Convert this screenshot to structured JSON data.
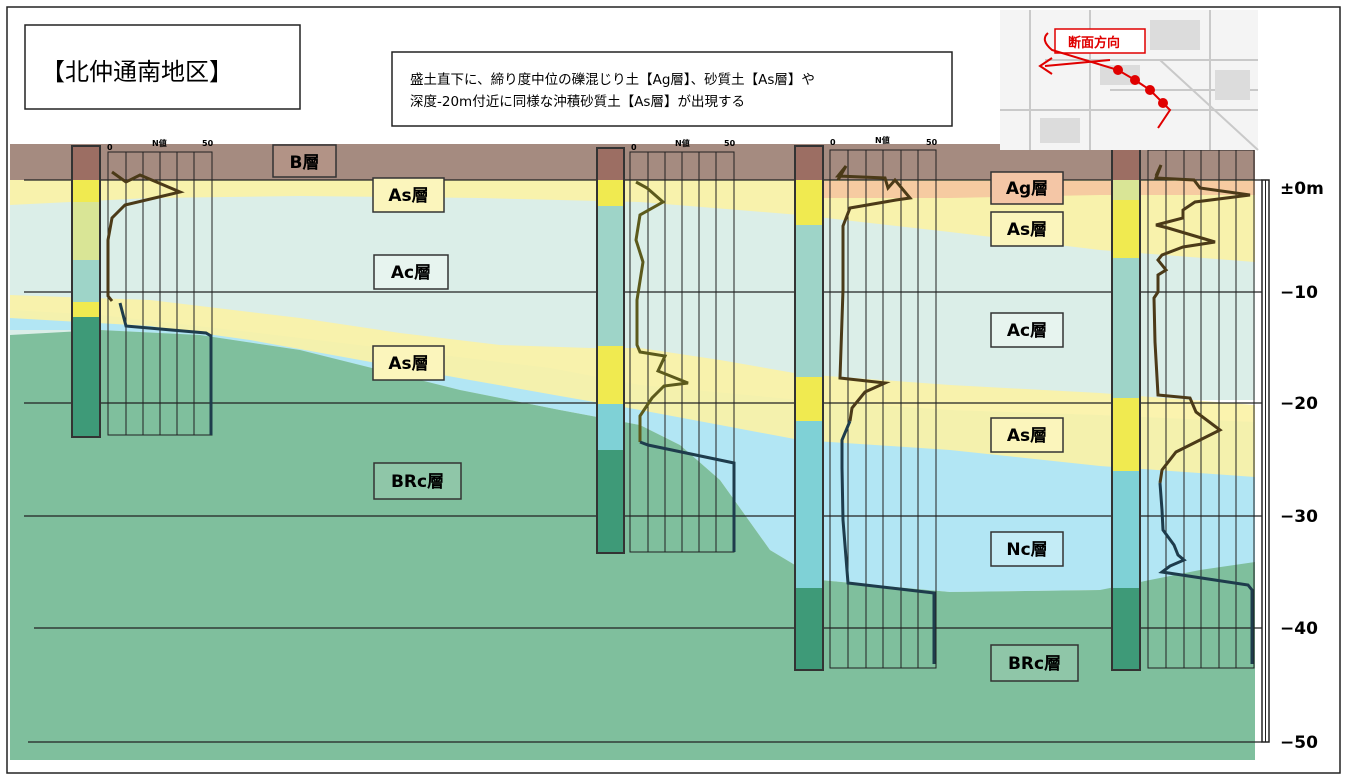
{
  "title": "【北仲通南地区】",
  "note": {
    "line1": "盛土直下に、締り度中位の礫混じり土【Ag層】、砂質土【As層】や",
    "line2": "深度-20m付近に同様な沖積砂質土【As層】が出現する"
  },
  "inset_map": {
    "direction_label": "断面方向"
  },
  "n_value_scale": {
    "min_label": "0",
    "title": "N値",
    "max_label": "50"
  },
  "layer_labels": {
    "b": "B層",
    "as_upper": "As層",
    "ac_left": "Ac層",
    "as_mid": "As層",
    "brc_left": "BRc層",
    "ag_right": "Ag層",
    "as_right_upper": "As層",
    "ac_right": "Ac層",
    "as_right_lower": "As層",
    "nc_right": "Nc層",
    "brc_right": "BRc層"
  },
  "depth_axis": {
    "labels": [
      "±0m",
      "−10",
      "−20",
      "−30",
      "−40",
      "−50"
    ]
  },
  "colors": {
    "fill_b": "#a58b80",
    "fill_ag": "#f5c6a0",
    "fill_as": "#fbf2a5",
    "fill_ac": "#dbeee8",
    "fill_nc": "#b2e6f4",
    "fill_brc": "#7fbf9d",
    "core_b": "#9c6e63",
    "core_as": "#f0ea50",
    "core_as_pale": "#d9e596",
    "core_ac": "#9ed4c8",
    "core_nc": "#7fd1d6",
    "core_brc": "#3e9a78",
    "n_line_surface": "#4b3a18",
    "n_line_upper": "#5c5a1c",
    "n_line_deep": "#1e3c4c",
    "direction_red": "#e00000"
  }
}
